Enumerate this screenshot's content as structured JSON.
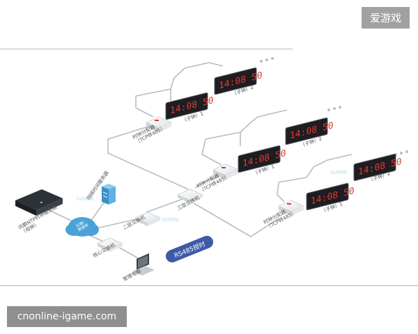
{
  "labels": {
    "ntp_server": "讯鹏NTP时钟服务器\n（母钟）",
    "network_time_server": "网络时间服务器",
    "cloud": "云端/\n数据库",
    "core_switch": "核心交换机",
    "management_pc": "管理电脑",
    "layer2_switch": "二层交换机",
    "layer3_switch": "三层交换机",
    "splitter_top": "时钟分配器\n（TCP转485）",
    "splitter_mid": "时钟分配器\n（TCP转485）",
    "splitter_bottom": "时钟分配器\n（TCP转485）",
    "rs485_badge": "RS485授时",
    "clock_time": "14:08 50",
    "clock_sub1": "（子钟）1",
    "clock_sub2": "（子钟）2",
    "brand": "SUNPN"
  },
  "watermark": "爱游戏",
  "site_banner": "cnonline-igame.com",
  "colors": {
    "line": "#b6bec4",
    "clock_face": "#1d1d22",
    "digit": "#e23a2c",
    "badge": "#3f5aa6",
    "server_blue": "#4aa2d6"
  }
}
